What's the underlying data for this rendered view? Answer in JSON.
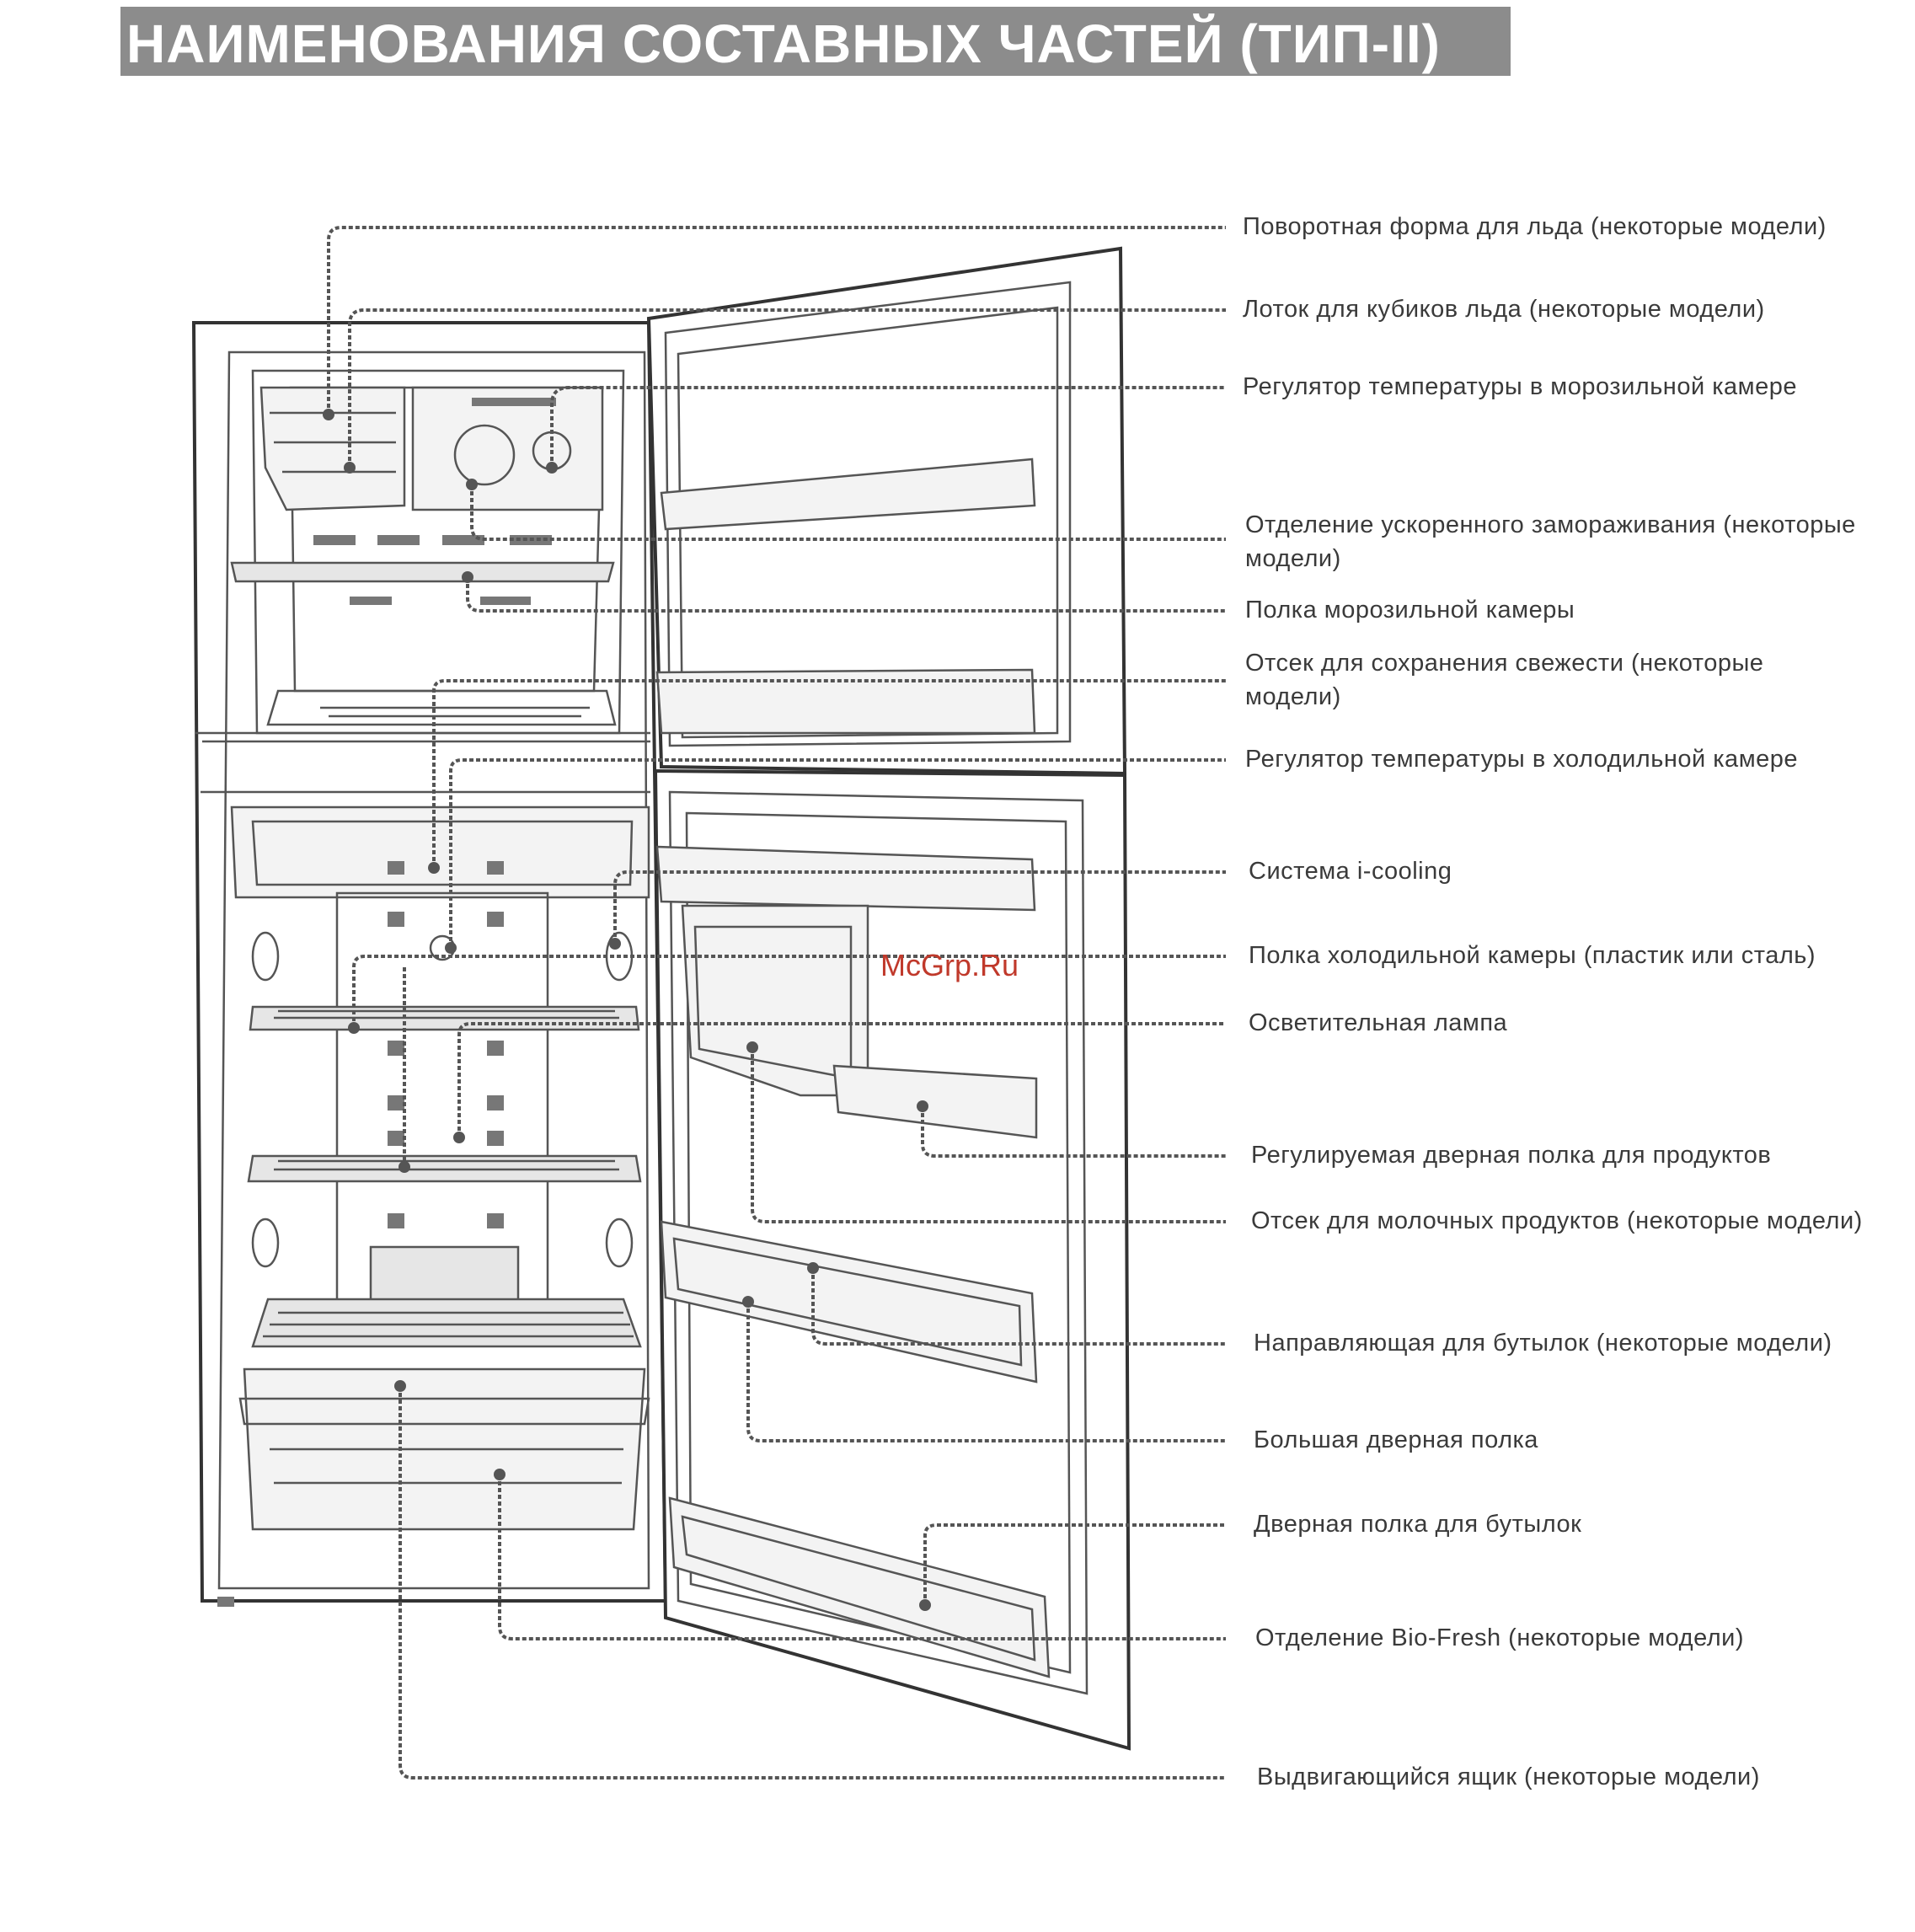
{
  "title": "НАИМЕНОВАНИЯ СОСТАВНЫХ ЧАСТЕЙ (ТИП-II)",
  "watermark": "McGrp.Ru",
  "labels": [
    [
      "Поворотная форма для льда (некоторые модели)"
    ],
    [
      "Лоток для кубиков льда (некоторые модели)"
    ],
    [
      "Регулятор температуры в морозильной камере"
    ],
    [
      "Отделение ускоренного замораживания (некоторые",
      "модели)"
    ],
    [
      "Полка морозильной камеры"
    ],
    [
      "Отсек для сохранения свежести (некоторые",
      "модели)"
    ],
    [
      "Регулятор температуры в холодильной камере"
    ],
    [
      "Система i-cooling"
    ],
    [
      "Полка холодильной камеры (пластик или сталь)"
    ],
    [
      "Осветительная лампа"
    ],
    [
      "Регулируемая дверная полка для продуктов"
    ],
    [
      "Отсек для молочных продуктов (некоторые модели)"
    ],
    [
      "Направляющая для бутылок (некоторые модели)"
    ],
    [
      "Большая дверная полка"
    ],
    [
      "Дверная полка для бутылок"
    ],
    [
      "Отделение Bio-Fresh (некоторые модели)"
    ],
    [
      "Выдвигающийся ящик (некоторые модели)"
    ]
  ]
}
